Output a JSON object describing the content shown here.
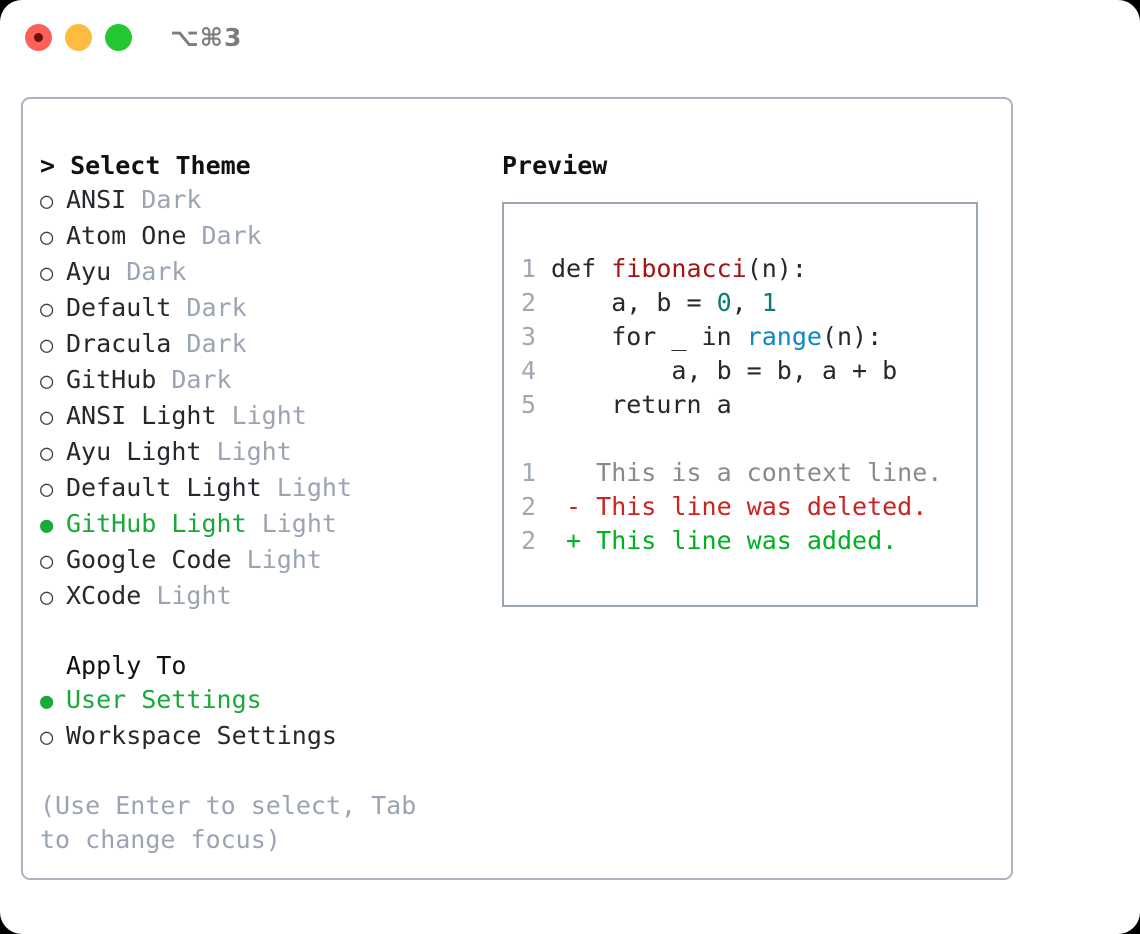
{
  "titlebar": {
    "shortcut": "⌥⌘3",
    "buttons": [
      {
        "name": "close",
        "color": "#fc6058"
      },
      {
        "name": "minimize",
        "color": "#fdbc40"
      },
      {
        "name": "maximize",
        "color": "#23c733"
      }
    ]
  },
  "theme_picker": {
    "header": "> Select Theme",
    "glyph_unselected": "○",
    "glyph_selected": "●",
    "items": [
      {
        "label": "ANSI",
        "suffix": "Dark",
        "selected": false
      },
      {
        "label": "Atom One",
        "suffix": "Dark",
        "selected": false
      },
      {
        "label": "Ayu",
        "suffix": "Dark",
        "selected": false
      },
      {
        "label": "Default",
        "suffix": "Dark",
        "selected": false
      },
      {
        "label": "Dracula",
        "suffix": "Dark",
        "selected": false
      },
      {
        "label": "GitHub",
        "suffix": "Dark",
        "selected": false
      },
      {
        "label": "ANSI Light",
        "suffix": "Light",
        "selected": false
      },
      {
        "label": "Ayu Light",
        "suffix": "Light",
        "selected": false
      },
      {
        "label": "Default Light",
        "suffix": "Light",
        "selected": false
      },
      {
        "label": "GitHub Light",
        "suffix": "Light",
        "selected": true
      },
      {
        "label": "Google Code",
        "suffix": "Light",
        "selected": false
      },
      {
        "label": "XCode",
        "suffix": "Light",
        "selected": false
      }
    ]
  },
  "apply_to": {
    "title": "Apply To",
    "items": [
      {
        "label": "User Settings",
        "selected": true
      },
      {
        "label": "Workspace Settings",
        "selected": false
      }
    ]
  },
  "hint": "(Use Enter to select, Tab to change focus)",
  "preview": {
    "title": "Preview",
    "code_lines": [
      {
        "n": "1",
        "parts": [
          {
            "t": "def ",
            "c": "plain"
          },
          {
            "t": "fibonacci",
            "c": "fn"
          },
          {
            "t": "(n):",
            "c": "plain"
          }
        ]
      },
      {
        "n": "2",
        "parts": [
          {
            "t": "    a, b = ",
            "c": "plain"
          },
          {
            "t": "0",
            "c": "num"
          },
          {
            "t": ", ",
            "c": "plain"
          },
          {
            "t": "1",
            "c": "num"
          }
        ]
      },
      {
        "n": "3",
        "parts": [
          {
            "t": "    for _ in ",
            "c": "plain"
          },
          {
            "t": "range",
            "c": "builtin"
          },
          {
            "t": "(n):",
            "c": "plain"
          }
        ]
      },
      {
        "n": "4",
        "parts": [
          {
            "t": "        a, b = b, a + b",
            "c": "plain"
          }
        ]
      },
      {
        "n": "5",
        "parts": [
          {
            "t": "    return a",
            "c": "plain"
          }
        ]
      }
    ],
    "diff_lines": [
      {
        "n": "1",
        "marker": " ",
        "text": "This is a context line.",
        "kind": "ctx"
      },
      {
        "n": "2",
        "marker": "-",
        "text": "This line was deleted.",
        "kind": "del"
      },
      {
        "n": "2",
        "marker": "+",
        "text": "This line was added.",
        "kind": "add"
      }
    ]
  },
  "colors": {
    "accent_green": "#1aa83a",
    "muted": "#9aa4b2",
    "fn_red": "#a31515",
    "number_teal": "#0a7b79",
    "builtin_blue": "#0b87c4",
    "diff_add": "#00b020",
    "diff_del": "#cc2222",
    "border": "#aab4c0"
  }
}
